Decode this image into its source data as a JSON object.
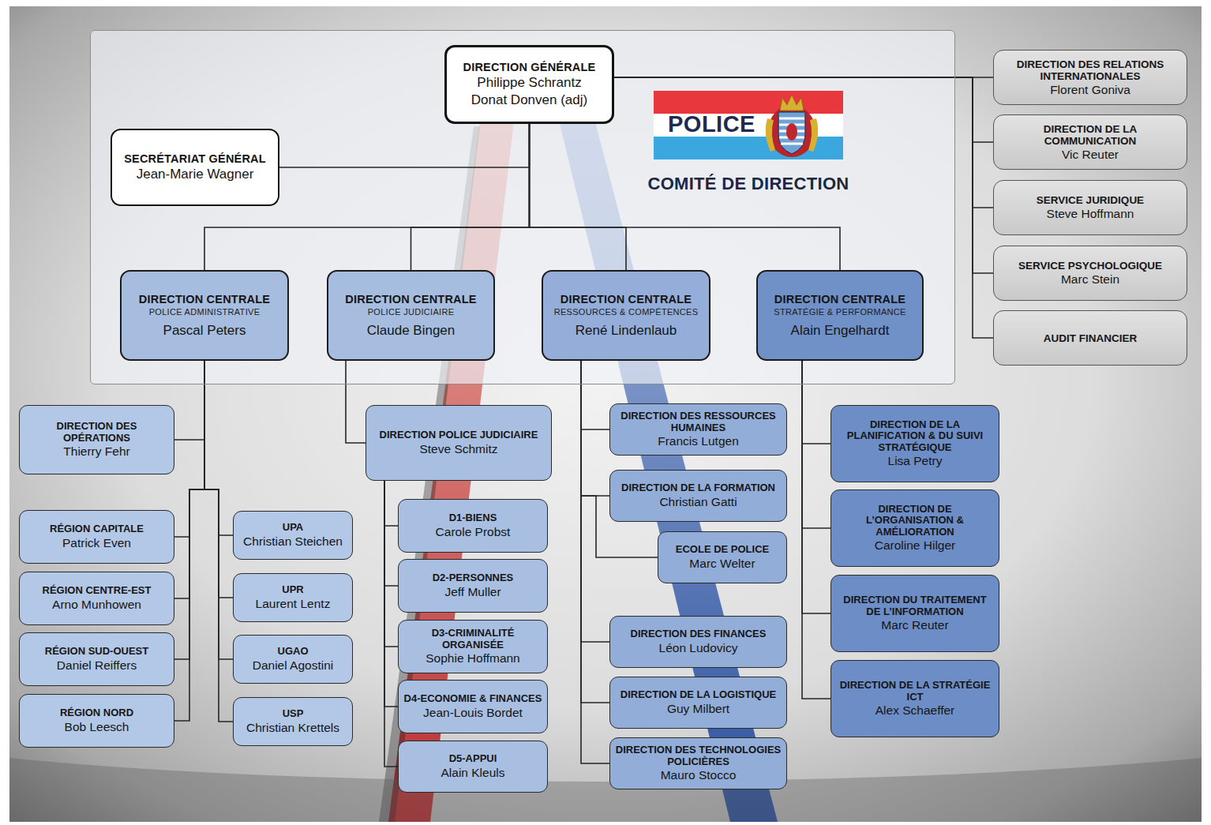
{
  "diagram": {
    "nodes": [
      {
        "text": [
          "COMITÉ DE DIRECTION"
        ]
      },
      {
        "text": [
          "DIRECTION GÉNÉRALE",
          "Philippe Schrantz",
          "Donat Donven (adj)"
        ],
        "in": 0
      },
      {
        "text": [
          "SECRÉTARIAT GÉNÉRAL",
          "Jean-Marie Wagner"
        ],
        "in": 0
      },
      {
        "text": [
          "DIRECTION CENTRALE",
          "POLICE ADMINISTRATIVE",
          "Pascal Peters"
        ],
        "in": 0
      },
      {
        "text": [
          "DIRECTION CENTRALE",
          "POLICE JUDICIAIRE",
          "Claude Bingen"
        ],
        "in": 0
      },
      {
        "text": [
          "DIRECTION CENTRALE",
          "RESSOURCES & COMPÉTENCES",
          "René Lindenlaub"
        ],
        "in": 0
      },
      {
        "text": [
          "DIRECTION CENTRALE",
          "STRATÉGIE & PERFORMANCE",
          "Alain Engelhardt"
        ],
        "in": 0
      },
      {
        "text": [
          "DIRECTION DES RELATIONS INTERNATIONALES",
          "Florent Goniva"
        ]
      },
      {
        "text": [
          "DIRECTION DE LA COMMUNICATION",
          "Vic Reuter"
        ]
      },
      {
        "text": [
          "SERVICE JURIDIQUE",
          "Steve Hoffmann"
        ]
      },
      {
        "text": [
          "SERVICE PSYCHOLOGIQUE",
          "Marc Stein"
        ]
      },
      {
        "text": [
          "AUDIT FINANCIER"
        ]
      },
      {
        "text": [
          "DIRECTION DES OPÉRATIONS",
          "Thierry Fehr"
        ]
      },
      {
        "text": [
          "RÉGION CAPITALE",
          "Patrick Even"
        ]
      },
      {
        "text": [
          "RÉGION CENTRE-EST",
          "Arno Munhowen"
        ]
      },
      {
        "text": [
          "RÉGION SUD-OUEST",
          "Daniel Reiffers"
        ]
      },
      {
        "text": [
          "RÉGION NORD",
          "Bob Leesch"
        ]
      },
      {
        "text": [
          "UPA",
          "Christian Steichen"
        ]
      },
      {
        "text": [
          "UPR",
          "Laurent Lentz"
        ]
      },
      {
        "text": [
          "UGAO",
          "Daniel Agostini"
        ]
      },
      {
        "text": [
          "USP",
          "Christian Krettels"
        ]
      },
      {
        "text": [
          "DIRECTION POLICE JUDICIAIRE",
          "Steve Schmitz"
        ]
      },
      {
        "text": [
          "D1-BIENS",
          "Carole Probst"
        ]
      },
      {
        "text": [
          "D2-PERSONNES",
          "Jeff Muller"
        ]
      },
      {
        "text": [
          "D3-CRIMINALITÉ ORGANISÉE",
          "Sophie Hoffmann"
        ]
      },
      {
        "text": [
          "D4-ECONOMIE & FINANCES",
          "Jean-Louis Bordet"
        ]
      },
      {
        "text": [
          "D5-APPUI",
          "Alain Kleuls"
        ]
      },
      {
        "text": [
          "DIRECTION DES RESSOURCES HUMAINES",
          "Francis Lutgen"
        ]
      },
      {
        "text": [
          "DIRECTION DE LA FORMATION",
          "Christian Gatti"
        ]
      },
      {
        "text": [
          "ECOLE DE POLICE",
          "Marc Welter"
        ]
      },
      {
        "text": [
          "DIRECTION DES FINANCES",
          "Léon Ludovicy"
        ]
      },
      {
        "text": [
          "DIRECTION DE LA LOGISTIQUE",
          "Guy Milbert"
        ]
      },
      {
        "text": [
          "DIRECTION DES TECHNOLOGIES POLICIÈRES",
          "Mauro Stocco"
        ]
      },
      {
        "text": [
          "DIRECTION DE LA PLANIFICATION & DU SUIVI STRATÉGIQUE",
          "Lisa Petry"
        ]
      },
      {
        "text": [
          "DIRECTION DE L’ORGANISATION & AMÉLIORATION",
          "Caroline Hilger"
        ]
      },
      {
        "text": [
          "DIRECTION DU TRAITEMENT DE L’INFORMATION",
          "Marc Reuter"
        ]
      },
      {
        "text": [
          "DIRECTION DE LA STRATÉGIE ICT",
          "Alex Schaeffer"
        ]
      }
    ],
    "edges": [
      {
        "from": 1,
        "to": 2,
        "arrow": "none"
      },
      {
        "from": 1,
        "to": 3,
        "arrow": "none"
      },
      {
        "from": 1,
        "to": 4,
        "arrow": "none"
      },
      {
        "from": 1,
        "to": 5,
        "arrow": "none"
      },
      {
        "from": 1,
        "to": 6,
        "arrow": "none"
      },
      {
        "from": 1,
        "to": 7,
        "arrow": "none"
      },
      {
        "from": 1,
        "to": 8,
        "arrow": "none"
      },
      {
        "from": 1,
        "to": 9,
        "arrow": "none"
      },
      {
        "from": 1,
        "to": 10,
        "arrow": "none"
      },
      {
        "from": 1,
        "to": 11,
        "arrow": "none"
      },
      {
        "from": 3,
        "to": 12,
        "arrow": "none"
      },
      {
        "from": 3,
        "to": 13,
        "arrow": "none"
      },
      {
        "from": 3,
        "to": 14,
        "arrow": "none"
      },
      {
        "from": 3,
        "to": 15,
        "arrow": "none"
      },
      {
        "from": 3,
        "to": 16,
        "arrow": "none"
      },
      {
        "from": 3,
        "to": 17,
        "arrow": "none"
      },
      {
        "from": 3,
        "to": 18,
        "arrow": "none"
      },
      {
        "from": 3,
        "to": 19,
        "arrow": "none"
      },
      {
        "from": 3,
        "to": 20,
        "arrow": "none"
      },
      {
        "from": 4,
        "to": 21,
        "arrow": "none"
      },
      {
        "from": 21,
        "to": 22,
        "arrow": "none"
      },
      {
        "from": 21,
        "to": 23,
        "arrow": "none"
      },
      {
        "from": 21,
        "to": 24,
        "arrow": "none"
      },
      {
        "from": 21,
        "to": 25,
        "arrow": "none"
      },
      {
        "from": 21,
        "to": 26,
        "arrow": "none"
      },
      {
        "from": 5,
        "to": 27,
        "arrow": "none"
      },
      {
        "from": 5,
        "to": 28,
        "arrow": "none"
      },
      {
        "from": 5,
        "to": 29,
        "arrow": "none"
      },
      {
        "from": 5,
        "to": 30,
        "arrow": "none"
      },
      {
        "from": 5,
        "to": 31,
        "arrow": "none"
      },
      {
        "from": 5,
        "to": 32,
        "arrow": "none"
      },
      {
        "from": 6,
        "to": 33,
        "arrow": "none"
      },
      {
        "from": 6,
        "to": 34,
        "arrow": "none"
      },
      {
        "from": 6,
        "to": 35,
        "arrow": "none"
      },
      {
        "from": 6,
        "to": 36,
        "arrow": "none"
      }
    ],
    "labels": [
      "POLICE"
    ]
  }
}
